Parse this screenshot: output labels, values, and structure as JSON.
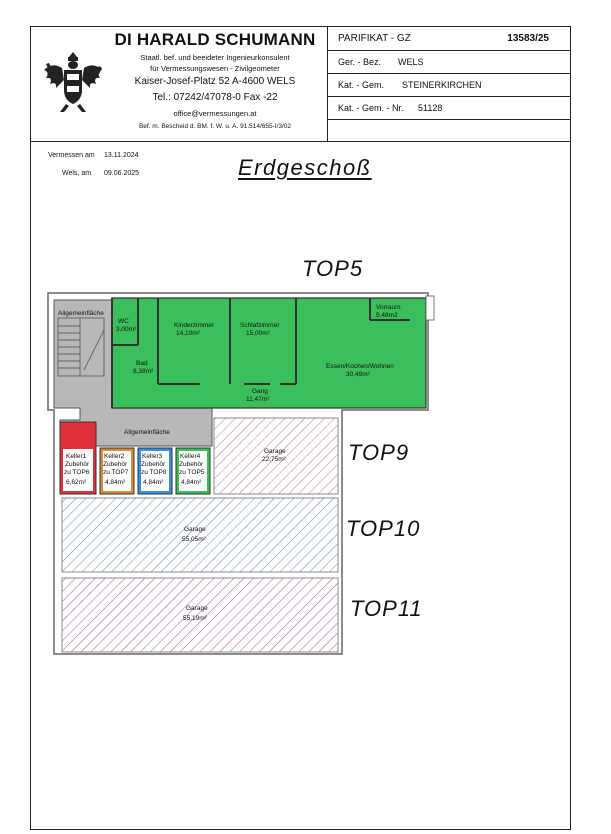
{
  "header": {
    "firm_name": "DI HARALD SCHUMANN",
    "lines": [
      "Staatl. bef. und beeideter Ingenieurkonsulent",
      "für Vermessungswesen - Zivilgeometer",
      "Kaiser-Josef-Platz 52  A-4600 WELS",
      "Tel.: 07242/47078-0    Fax -22",
      "office@vermessungen.at",
      "Bef. m. Bescheid d. BM. f. W. u. A. 91.514/655-I/3/02"
    ],
    "parifikat_label": "PARIFIKAT - GZ",
    "parifikat_value": "13583/25",
    "ger_bez_label": "Ger. - Bez.",
    "ger_bez_value": "WELS",
    "kat_gem_label": "Kat. - Gem.",
    "kat_gem_value": "STEINERKIRCHEN",
    "kat_nr_label": "Kat. - Gem. - Nr.",
    "kat_nr_value": "51128"
  },
  "meta": {
    "vermessen_label": "Vermessen am",
    "vermessen_value": "13.11.2024",
    "wels_label": "Wels, am",
    "wels_value": "09.06.2025"
  },
  "floor_title": "Erdgeschoß",
  "units": {
    "top5": "TOP5",
    "top9": "TOP9",
    "top10": "TOP10",
    "top11": "TOP11"
  },
  "rooms": {
    "allgemein_top": "Allgemeinfläche",
    "wc_name": "WC",
    "wc_area": "3,00m²",
    "bad_name": "Bad",
    "bad_area": "8,38m²",
    "kinder_name": "Kinderzimmer",
    "kinder_area": "14,10m²",
    "schlaf_name": "Schlafzimmer",
    "schlaf_area": "15,00m²",
    "vorraum_name": "Vorraum",
    "vorraum_area": "5,48m2",
    "essen_name": "Essen/Kochen/Wohnen",
    "essen_area": "30,49m²",
    "gang_name": "Gang",
    "gang_area": "11,47m²",
    "allgemein_mid": "Allgemeinfläche",
    "garage9_name": "Garage",
    "garage9_area": "22,75m²",
    "keller1": [
      "Keller1",
      "Zubehör",
      "zu TOP6",
      "6,62m²"
    ],
    "keller2": [
      "Keller2",
      "Zubehör",
      "zu TOP7",
      "4,84m²"
    ],
    "keller3": [
      "Keller3",
      "Zubehör",
      "zu TOP8",
      "4,84m²"
    ],
    "keller4": [
      "Keller4",
      "Zubehör",
      "zu TOP5",
      "4,84m²"
    ],
    "garage10_name": "Garage",
    "garage10_area": "55,05m²",
    "garage11_name": "Garage",
    "garage11_area": "55,19m²"
  },
  "colors": {
    "apartment_green": "#3bbf5a",
    "keller1_red": "#e0303c",
    "keller2_orange": "#d98a3a",
    "keller3_blue": "#3a8de0",
    "keller4_green": "#3bbf5a",
    "common_grey": "#b8b8b8",
    "top9_hatch": "#c77a7a",
    "top10_hatch": "#6a8ab8",
    "top11_hatch": "#b0509a"
  }
}
